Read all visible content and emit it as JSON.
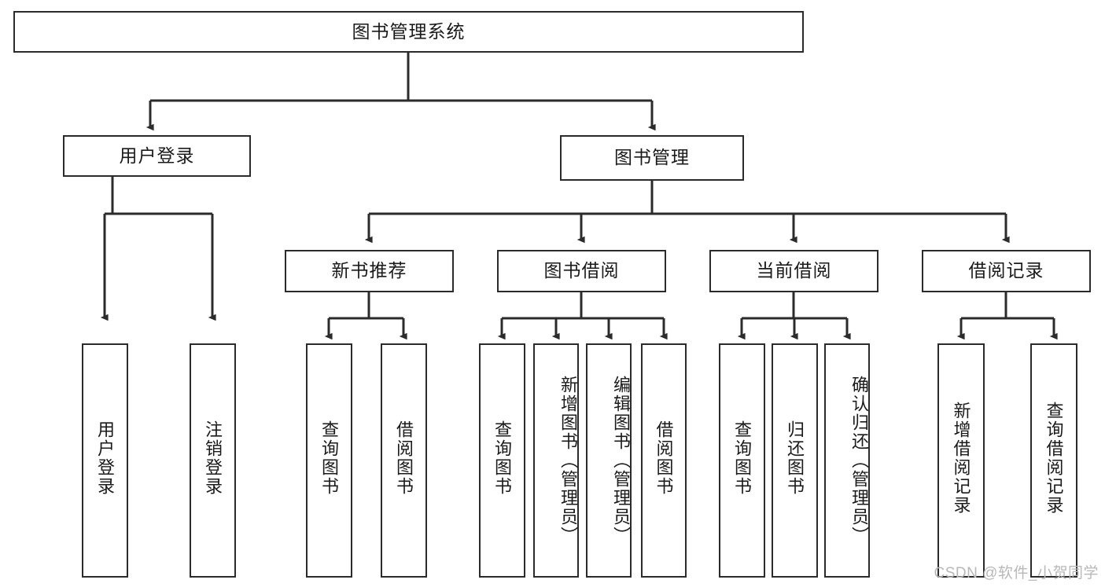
{
  "diagram": {
    "title": "图书管理系统",
    "type": "hierarchy-tree",
    "watermark": "CSDN @软件_小贺同学",
    "colors": {
      "stroke": "#2b2b2b",
      "fill": "#ffffff",
      "text": "#1a1a1a",
      "watermark": "#b8b8b8"
    },
    "nodes": {
      "root": {
        "label": "图书管理系统",
        "level": 1,
        "orientation": "horizontal"
      },
      "level2": [
        {
          "id": "user-login",
          "label": "用户登录",
          "orientation": "horizontal"
        },
        {
          "id": "book-manage",
          "label": "图书管理",
          "orientation": "horizontal"
        }
      ],
      "level3": [
        {
          "id": "new-book-recommend",
          "label": "新书推荐",
          "orientation": "horizontal",
          "parent": "book-manage"
        },
        {
          "id": "book-borrow",
          "label": "图书借阅",
          "orientation": "horizontal",
          "parent": "book-manage"
        },
        {
          "id": "current-borrow",
          "label": "当前借阅",
          "orientation": "horizontal",
          "parent": "book-manage"
        },
        {
          "id": "borrow-record",
          "label": "借阅记录",
          "orientation": "horizontal",
          "parent": "book-manage"
        }
      ],
      "leaves": [
        {
          "id": "leaf-user-login",
          "label": "用户登录",
          "parent": "user-login",
          "orientation": "vertical"
        },
        {
          "id": "leaf-logout-login",
          "label": "注销登录",
          "parent": "user-login",
          "orientation": "vertical"
        },
        {
          "id": "leaf-query-book-1",
          "label": "查询图书",
          "parent": "new-book-recommend",
          "orientation": "vertical"
        },
        {
          "id": "leaf-borrow-book-1",
          "label": "借阅图书",
          "parent": "new-book-recommend",
          "orientation": "vertical"
        },
        {
          "id": "leaf-query-book-2",
          "label": "查询图书",
          "parent": "book-borrow",
          "orientation": "vertical"
        },
        {
          "id": "leaf-add-book",
          "label": "新增图书（管理员）",
          "parent": "book-borrow",
          "orientation": "vertical"
        },
        {
          "id": "leaf-edit-book",
          "label": "编辑图书（管理员）",
          "parent": "book-borrow",
          "orientation": "vertical"
        },
        {
          "id": "leaf-borrow-book-2",
          "label": "借阅图书",
          "parent": "book-borrow",
          "orientation": "vertical"
        },
        {
          "id": "leaf-query-book-3",
          "label": "查询图书",
          "parent": "current-borrow",
          "orientation": "vertical"
        },
        {
          "id": "leaf-return-book",
          "label": "归还图书",
          "parent": "current-borrow",
          "orientation": "vertical"
        },
        {
          "id": "leaf-confirm-return",
          "label": "确认归还（管理员）",
          "parent": "current-borrow",
          "orientation": "vertical"
        },
        {
          "id": "leaf-add-borrow-record",
          "label": "新增借阅记录",
          "parent": "borrow-record",
          "orientation": "vertical"
        },
        {
          "id": "leaf-query-borrow-record",
          "label": "查询借阅记录",
          "parent": "borrow-record",
          "orientation": "vertical"
        }
      ]
    }
  }
}
